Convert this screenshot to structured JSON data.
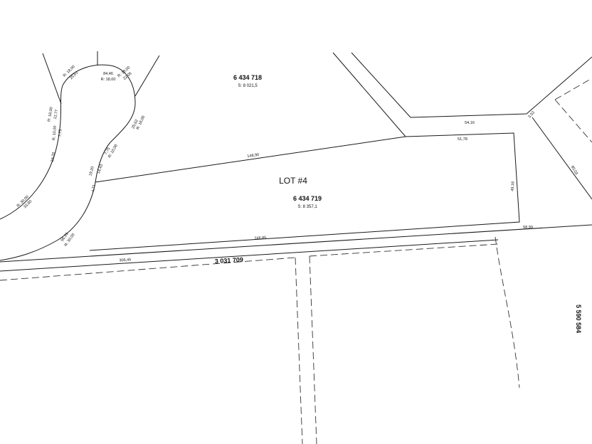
{
  "lots": {
    "north": {
      "number": "6 434 718",
      "area": "S: 8 021,5"
    },
    "main": {
      "title": "LOT #4",
      "number": "6 434 719",
      "area": "S: 8 357,1"
    },
    "road": {
      "number": "3 031 709"
    },
    "east": {
      "number": "5 590 584"
    }
  },
  "dimensions": {
    "top_edge": "148,90",
    "top_right": "51,78",
    "right_edge": "49,18",
    "bottom_edge": "246,85",
    "bottom_right": "58,99",
    "road_south": "306,45",
    "north_strip": "54,16",
    "small_corner": "3,52",
    "east_edge": "60,03",
    "left_short": "4,71",
    "left_mid": "19,20",
    "left_arc_len": "14,43",
    "arc_bottom_len": "56,33",
    "arc_bottom_r": "R: 30,00",
    "cul_r_top_left": "R: 18,00",
    "cul_len_top_left": "25,61",
    "cul_len_top": "84,46",
    "cul_r_top": "R: 18,00",
    "cul_r_top_right": "R: 18,00",
    "cul_len_top_right": "22,06",
    "cul_len_right": "25,62",
    "cul_r_right": "R: 18,00",
    "cul_len_rb": "7,75",
    "cul_r_rb": "R: 10,00",
    "left_len_a": "12,77",
    "left_r_a": "R: 18,00",
    "left_len_b": "7,75",
    "left_r_b": "R: 10,00",
    "left_c": "19,20",
    "left_r_c": "R: 30,00",
    "left_len_c": "33,80"
  }
}
